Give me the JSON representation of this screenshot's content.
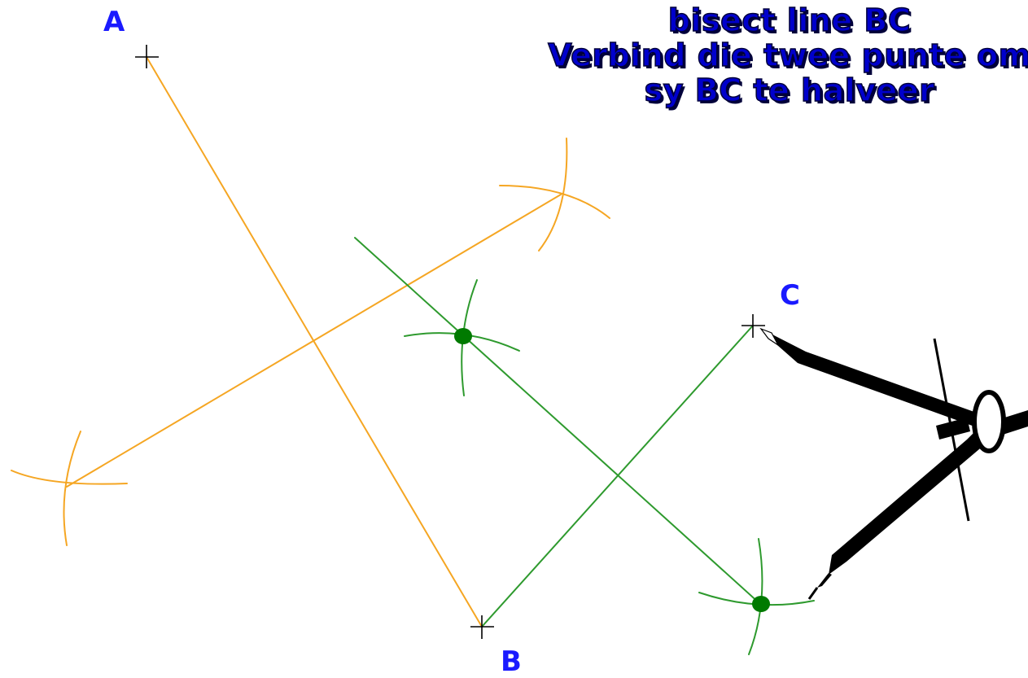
{
  "title": {
    "line1": "bisect line BC",
    "line2": "Verbind die twee punte om",
    "line3": "sy BC te halveer"
  },
  "points": {
    "A": "A",
    "B": "B",
    "C": "C"
  },
  "colors": {
    "construction_orange": "#f5a623",
    "construction_green": "#2e9a2e",
    "intersection_dot": "#007a00",
    "label_blue": "#1a1aff",
    "title_blue": "#0000cc",
    "compass_black": "#000000"
  }
}
